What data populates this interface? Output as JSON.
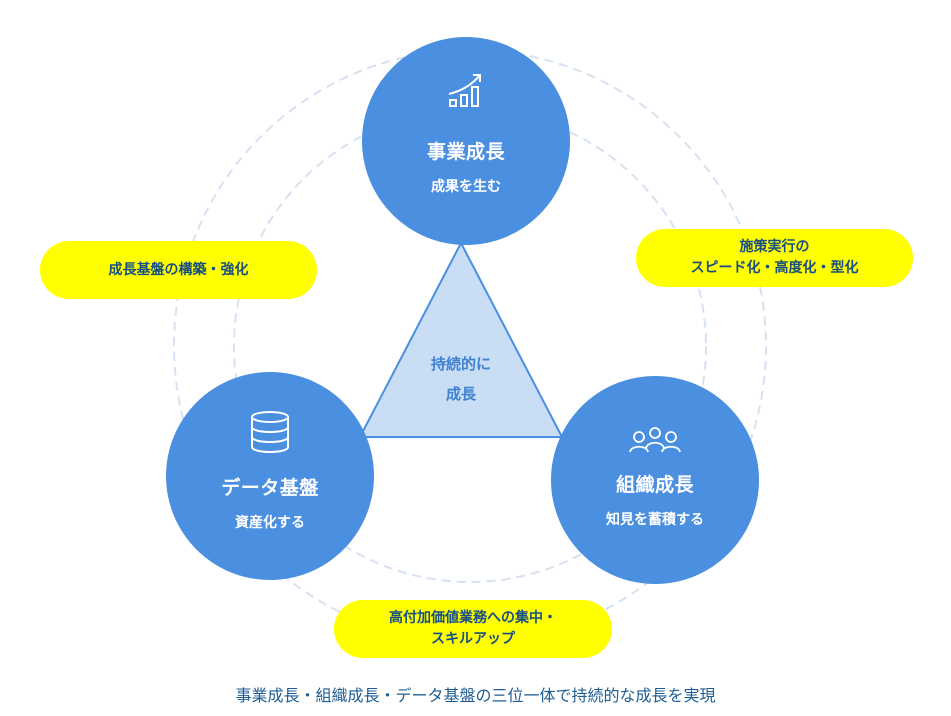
{
  "colors": {
    "node_fill": "#4a8fe0",
    "triangle_fill": "#c9ddf5",
    "triangle_stroke": "#4a8fe0",
    "pill_fill": "#ffff00",
    "pill_text": "#184f82",
    "dashed_ring": "#d6e2f2",
    "caption_text": "#1f5d93"
  },
  "nodes": [
    {
      "id": "business",
      "title": "事業成長",
      "subtitle": "成果を生む",
      "icon": "growth-chart-icon"
    },
    {
      "id": "data",
      "title": "データ基盤",
      "subtitle": "資産化する",
      "icon": "database-icon"
    },
    {
      "id": "organization",
      "title": "組織成長",
      "subtitle": "知見を蓄積する",
      "icon": "people-group-icon"
    }
  ],
  "center": {
    "line1": "持続的に",
    "line2": "成長"
  },
  "pills": [
    {
      "id": "left",
      "lines": [
        "成長基盤の構築・強化"
      ]
    },
    {
      "id": "right",
      "lines": [
        "施策実行の",
        "スピード化・高度化・型化"
      ]
    },
    {
      "id": "bottom",
      "lines": [
        "高付加価値業務への集中・",
        "スキルアップ"
      ]
    }
  ],
  "caption": "事業成長・組織成長・データ基盤の三位一体で持続的な成長を実現"
}
